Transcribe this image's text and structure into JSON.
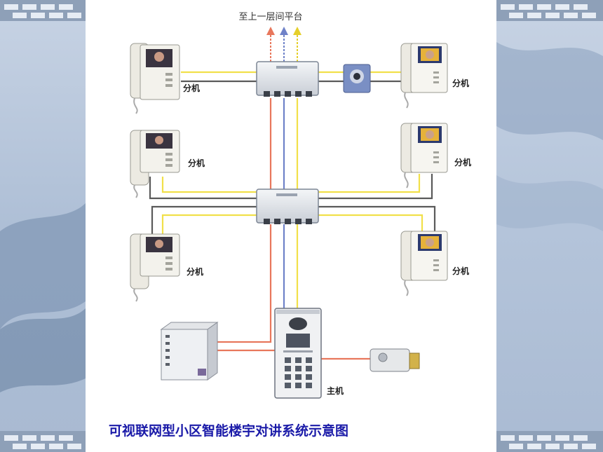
{
  "top_label": "至上一层间平台",
  "extension_label": "分机",
  "main_unit_label": "主机",
  "caption": "可视联网型小区智能楼宇对讲系统示意图",
  "colors": {
    "wire_yellow": "#f1e04a",
    "wire_red": "#e8775c",
    "wire_blue": "#6f82c8",
    "wire_dark": "#5a5a5a",
    "caption": "#1a1aa8"
  }
}
